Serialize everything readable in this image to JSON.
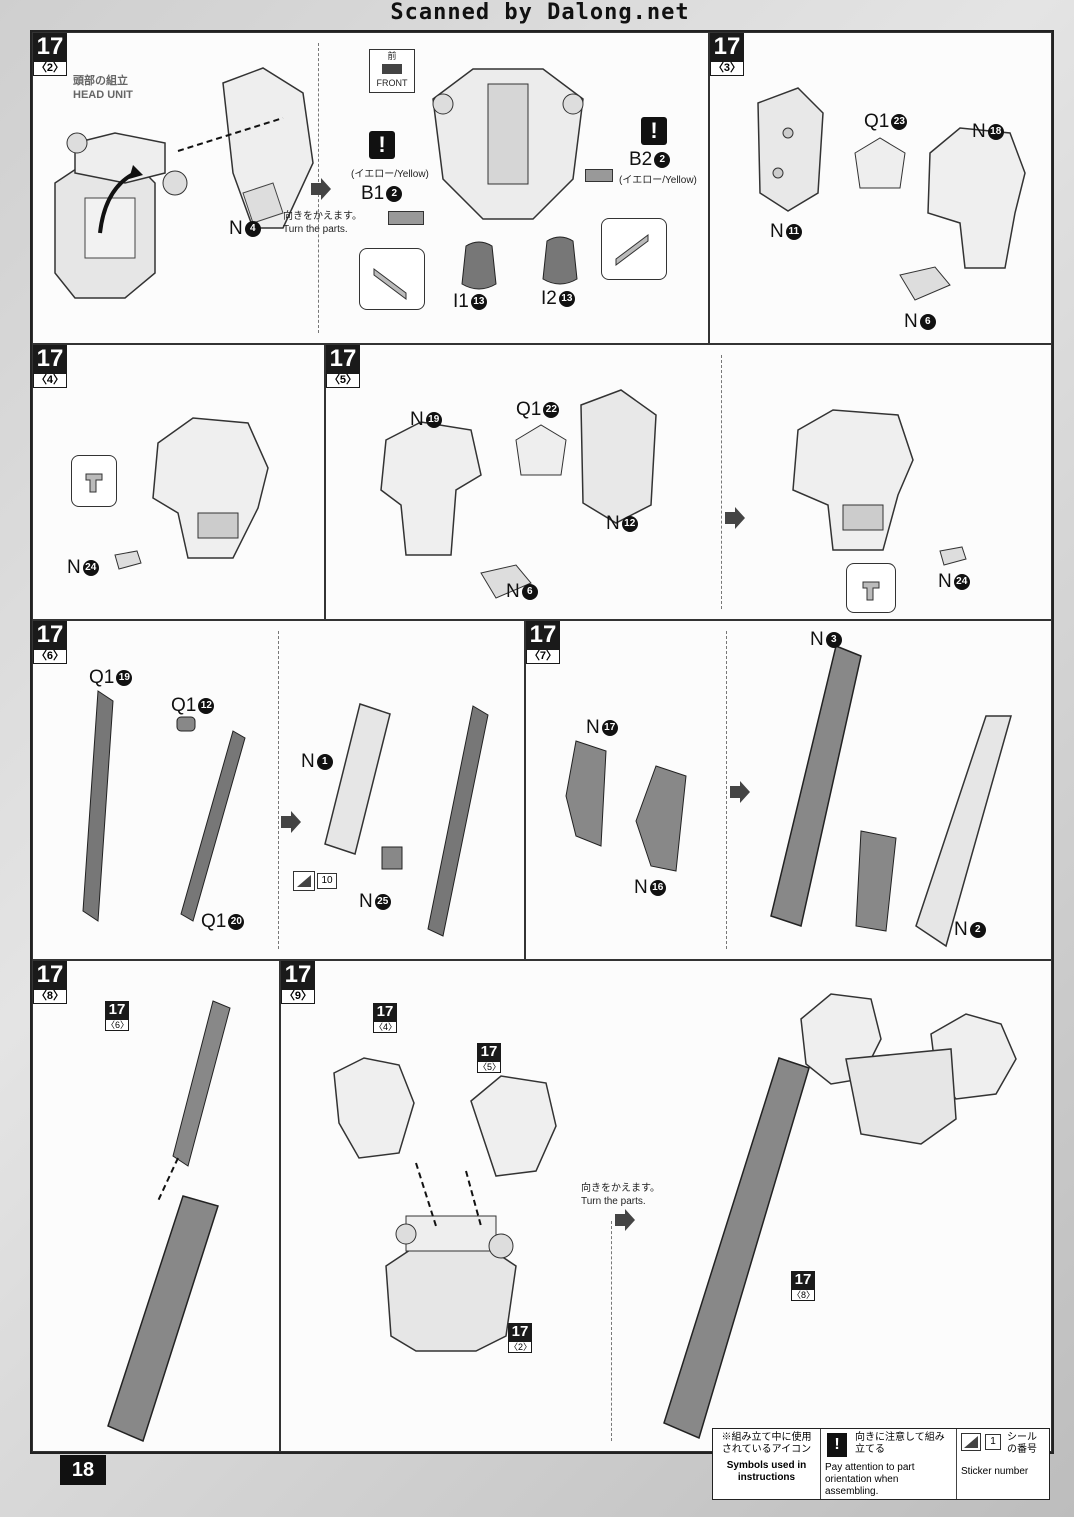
{
  "watermark": "Scanned by Dalong.net",
  "page_number": "18",
  "steps": {
    "s2": {
      "num": "17",
      "sub": "〈2〉",
      "header_jp": "頭部の組立",
      "header_en": "HEAD UNIT",
      "part_n4": "N",
      "part_n4_num": "4",
      "turn_jp": "向きをかえます。",
      "turn_en": "Turn the parts."
    },
    "s2b": {
      "front_jp": "前",
      "front_en": "FRONT",
      "b1_color": "(イエロー/Yellow)",
      "b1": "B1",
      "b1_num": "2",
      "b2": "B2",
      "b2_num": "2",
      "b2_color": "(イエロー/Yellow)",
      "i1": "I1",
      "i1_num": "13",
      "i2": "I2",
      "i2_num": "13"
    },
    "s3": {
      "num": "17",
      "sub": "〈3〉",
      "q1": "Q1",
      "q1_num": "23",
      "n18": "N",
      "n18_num": "18",
      "n11": "N",
      "n11_num": "11",
      "n6": "N",
      "n6_num": "6"
    },
    "s4": {
      "num": "17",
      "sub": "〈4〉",
      "n24": "N",
      "n24_num": "24"
    },
    "s5": {
      "num": "17",
      "sub": "〈5〉",
      "n19": "N",
      "n19_num": "19",
      "q1": "Q1",
      "q1_num": "22",
      "n12": "N",
      "n12_num": "12",
      "n6": "N",
      "n6_num": "6",
      "n24": "N",
      "n24_num": "24"
    },
    "s6": {
      "num": "17",
      "sub": "〈6〉",
      "q19": "Q1",
      "q19_num": "19",
      "q12": "Q1",
      "q12_num": "12",
      "q20": "Q1",
      "q20_num": "20",
      "n1": "N",
      "n1_num": "1",
      "n25": "N",
      "n25_num": "25",
      "sticker": "10"
    },
    "s7": {
      "num": "17",
      "sub": "〈7〉",
      "n17": "N",
      "n17_num": "17",
      "n16": "N",
      "n16_num": "16",
      "n3": "N",
      "n3_num": "3",
      "n2": "N",
      "n2_num": "2"
    },
    "s8": {
      "num": "17",
      "sub": "〈8〉",
      "ref_num": "17",
      "ref_sub": "〈6〉"
    },
    "s9": {
      "num": "17",
      "sub": "〈9〉",
      "ref4_num": "17",
      "ref4_sub": "〈4〉",
      "ref5_num": "17",
      "ref5_sub": "〈5〉",
      "ref2_num": "17",
      "ref2_sub": "〈2〉",
      "turn_jp": "向きをかえます。",
      "turn_en": "Turn the parts.",
      "ref8_num": "17",
      "ref8_sub": "〈8〉"
    }
  },
  "legend": {
    "icons_jp": "※組み立て中に使用されているアイコン",
    "icons_en": "Symbols used in instructions",
    "warn_jp": "向きに注意して組み立てる",
    "warn_en": "Pay attention to part orientation when assembling.",
    "sticker_box": "1",
    "sticker_jp": "シールの番号",
    "sticker_en": "Sticker number"
  }
}
